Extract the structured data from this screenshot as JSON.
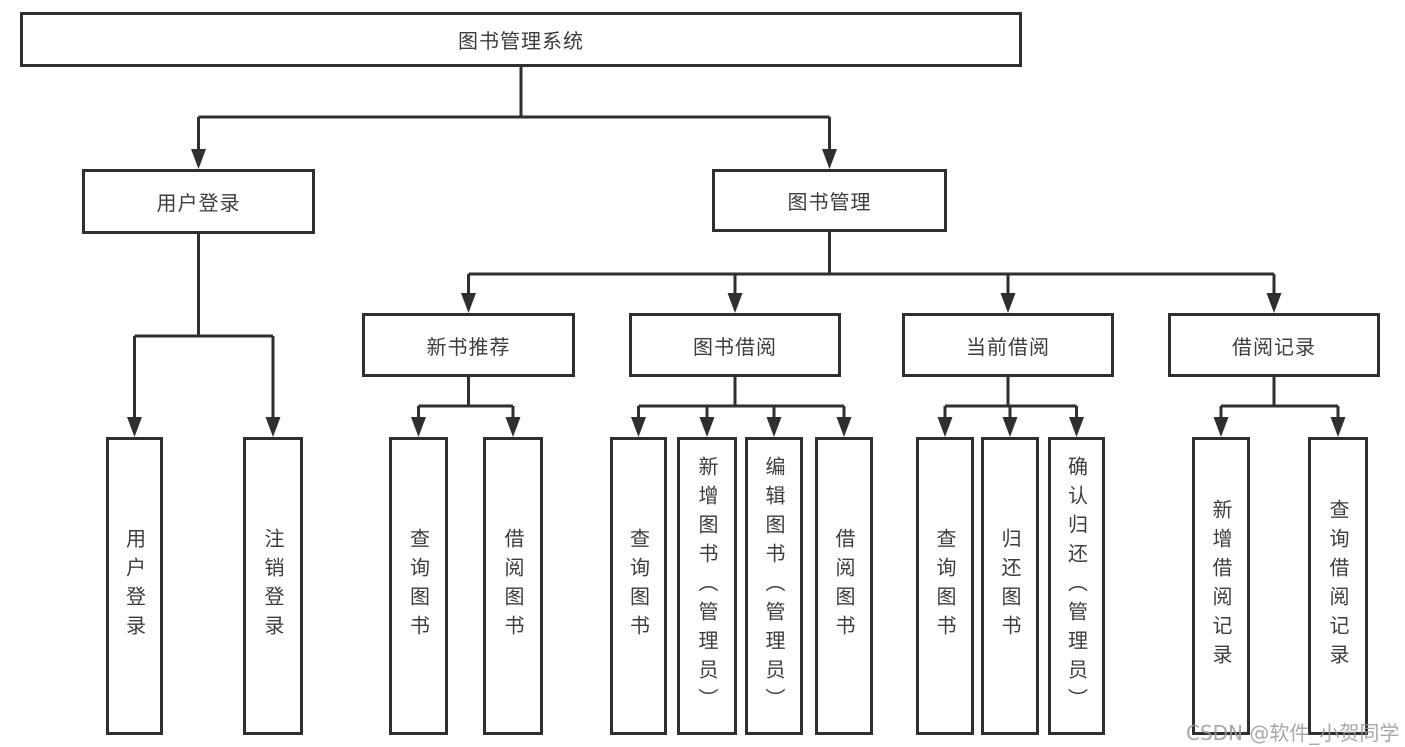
{
  "tree": {
    "root": {
      "label": "图书管理系统",
      "children": [
        {
          "label": "用户登录",
          "children": [
            {
              "label": "用户登录"
            },
            {
              "label": "注销登录"
            }
          ]
        },
        {
          "label": "图书管理",
          "children": [
            {
              "label": "新书推荐",
              "children": [
                {
                  "label": "查询图书"
                },
                {
                  "label": "借阅图书"
                }
              ]
            },
            {
              "label": "图书借阅",
              "children": [
                {
                  "label": "查询图书"
                },
                {
                  "label": "新增图书（管理员）"
                },
                {
                  "label": "编辑图书（管理员）"
                },
                {
                  "label": "借阅图书"
                }
              ]
            },
            {
              "label": "当前借阅",
              "children": [
                {
                  "label": "查询图书"
                },
                {
                  "label": "归还图书"
                },
                {
                  "label": "确认归还（管理员）"
                }
              ]
            },
            {
              "label": "借阅记录",
              "children": [
                {
                  "label": "新增借阅记录"
                },
                {
                  "label": "查询借阅记录"
                }
              ]
            }
          ]
        }
      ]
    }
  },
  "watermark": {
    "text": "CSDN @软件_小贺同学"
  },
  "colors": {
    "line": "#2f2f2f",
    "box_border": "#2f2f2f",
    "box_background": "#ffffff",
    "text": "#3d3d3d",
    "watermark": "#98989e",
    "page_background": "#ffffff"
  }
}
